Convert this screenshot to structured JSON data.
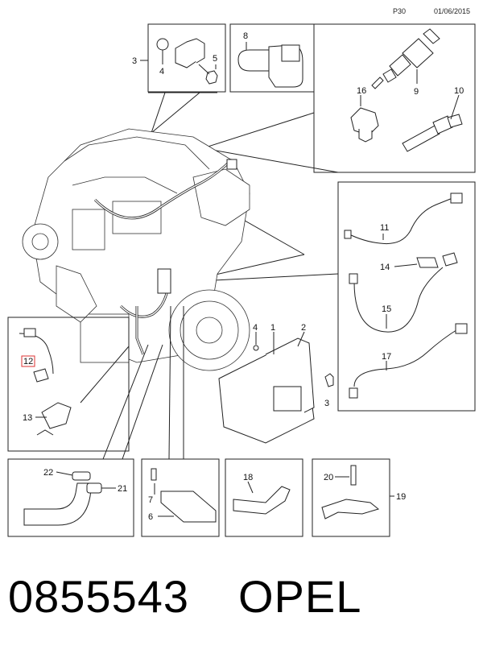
{
  "header": {
    "page": "P30",
    "date": "01/06/2015"
  },
  "footer": {
    "part_number": "0855543",
    "brand": "OPEL"
  },
  "callouts": {
    "c1": "1",
    "c2": "2",
    "c3a": "3",
    "c3b": "3",
    "c4a": "4",
    "c4b": "4",
    "c5": "5",
    "c6": "6",
    "c7": "7",
    "c8": "8",
    "c9": "9",
    "c10": "10",
    "c11": "11",
    "c12": "12",
    "c13": "13",
    "c14": "14",
    "c15": "15",
    "c16": "16",
    "c17": "17",
    "c18": "18",
    "c19": "19",
    "c20": "20",
    "c21": "21",
    "c22": "22"
  },
  "highlighted_callout": "12",
  "colors": {
    "highlight": "#d33333",
    "line": "#222222"
  }
}
